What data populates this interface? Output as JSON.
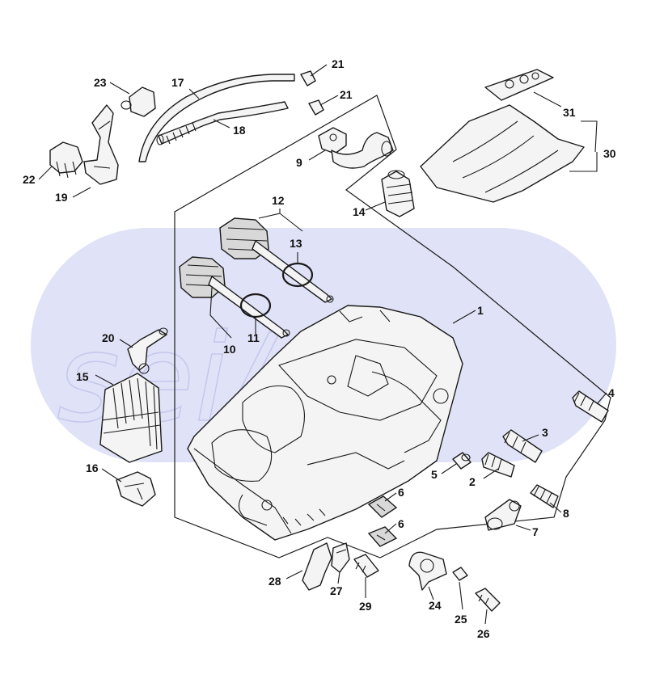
{
  "watermark": {
    "text": "sei/o/a",
    "color": "#c7caf0"
  },
  "callouts": {
    "c1": "1",
    "c2": "2",
    "c3": "3",
    "c4": "4",
    "c5": "5",
    "c6a": "6",
    "c6b": "6",
    "c7": "7",
    "c8": "8",
    "c9": "9",
    "c10": "10",
    "c11": "11",
    "c12": "12",
    "c13": "13",
    "c14": "14",
    "c15": "15",
    "c16": "16",
    "c17": "17",
    "c18": "18",
    "c19": "19",
    "c20": "20",
    "c21a": "21",
    "c21b": "21",
    "c22": "22",
    "c23": "23",
    "c24": "24",
    "c25": "25",
    "c26": "26",
    "c27": "27",
    "c28": "28",
    "c29": "29",
    "c30": "30",
    "c31": "31"
  }
}
